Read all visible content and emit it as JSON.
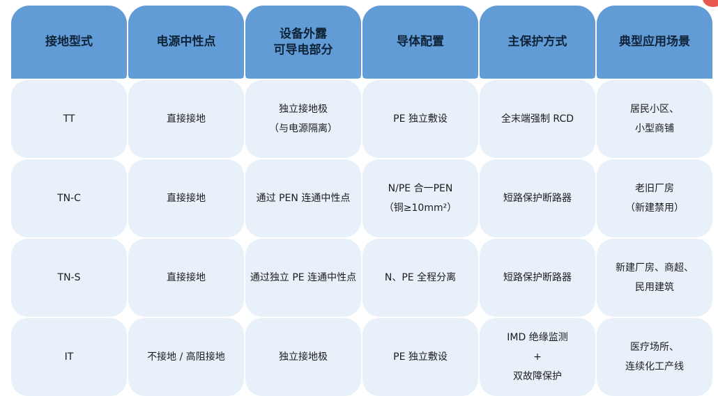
{
  "headers": [
    [
      "接地型式"
    ],
    [
      "电源中性点"
    ],
    [
      "设备外露",
      "可导电部分"
    ],
    [
      "导体配置"
    ],
    [
      "主保护方式"
    ],
    [
      "典型应用场景"
    ]
  ],
  "rows": [
    {
      "type": "TT",
      "neutral": [
        "直接接地"
      ],
      "exposed": [
        "独立接地极",
        "（与电源隔离）"
      ],
      "conductor": [
        "PE 独立敷设"
      ],
      "protection": [
        "全末端强制 RCD"
      ],
      "application": [
        "居民小区、",
        "小型商铺"
      ]
    },
    {
      "type": "TN-C",
      "neutral": [
        "直接接地"
      ],
      "exposed": [
        "通过 PEN 连通中性点"
      ],
      "conductor": [
        "N/PE 合一PEN",
        "（铜≥10mm²）"
      ],
      "protection": [
        "短路保护断路器"
      ],
      "application": [
        "老旧厂房",
        "（新建禁用）"
      ]
    },
    {
      "type": "TN-S",
      "neutral": [
        "直接接地"
      ],
      "exposed": [
        "通过独立 PE 连通中性点"
      ],
      "conductor": [
        "N、PE 全程分离"
      ],
      "protection": [
        "短路保护断路器"
      ],
      "application": [
        "新建厂房、商超、",
        "民用建筑"
      ]
    },
    {
      "type": "IT",
      "neutral": [
        "不接地 / 高阻接地"
      ],
      "exposed": [
        "独立接地极"
      ],
      "conductor": [
        "PE 独立敷设"
      ],
      "protection": [
        "IMD 绝缘监测",
        "+",
        "双故障保护"
      ],
      "application": [
        "医疗场所、",
        "连续化工产线"
      ]
    }
  ],
  "colors": {
    "header_bg": "#629cd6",
    "header_text": "#0e2338",
    "cell_bg": "#e8f0f9",
    "cell_text": "#1c1c1c",
    "accent": "#e8584f"
  }
}
